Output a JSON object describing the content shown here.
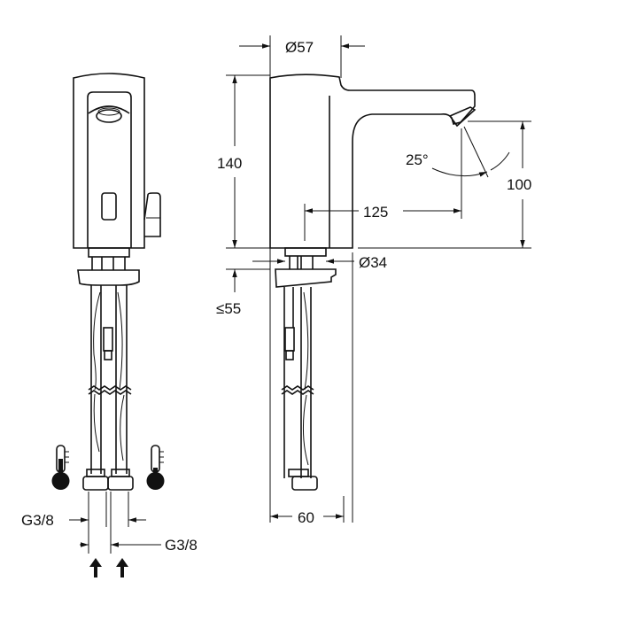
{
  "dimensions": {
    "body_diameter": "Ø57",
    "height": "140",
    "spout_angle": "25°",
    "spout_height": "100",
    "spout_reach": "125",
    "base_diameter": "Ø34",
    "max_deck_thickness": "≤55",
    "connection_hot": "G3/8",
    "connection_cold": "G3/8",
    "tail_width": "60"
  },
  "colors": {
    "line": "#111111",
    "background": "#ffffff"
  }
}
